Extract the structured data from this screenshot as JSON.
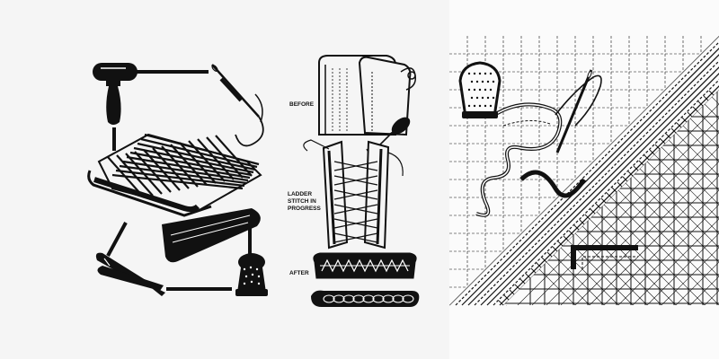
{
  "colors": {
    "ink": "#111111",
    "paper": "#f5f5f5",
    "white": "#ffffff"
  },
  "left_panel": {
    "icons": [
      "mallet-icon",
      "needle-thread-icon",
      "woven-fabric-icon",
      "snips-icon",
      "thimble-icon"
    ]
  },
  "middle_panel": {
    "labels": {
      "before": "BEFORE",
      "ladder_line1": "LADDER",
      "ladder_line2": "STITCH IN",
      "ladder_line3": "PROGRESS",
      "after": "AFTER"
    },
    "icons": [
      "opened-seam-icon",
      "seam-ripper-icon",
      "ladder-stitch-icon",
      "closed-seam-icon",
      "chain-stitch-icon"
    ]
  },
  "right_panel": {
    "icons": [
      "thimble-icon",
      "needle-icon",
      "thread-icon",
      "quilt-corner-icon"
    ]
  }
}
